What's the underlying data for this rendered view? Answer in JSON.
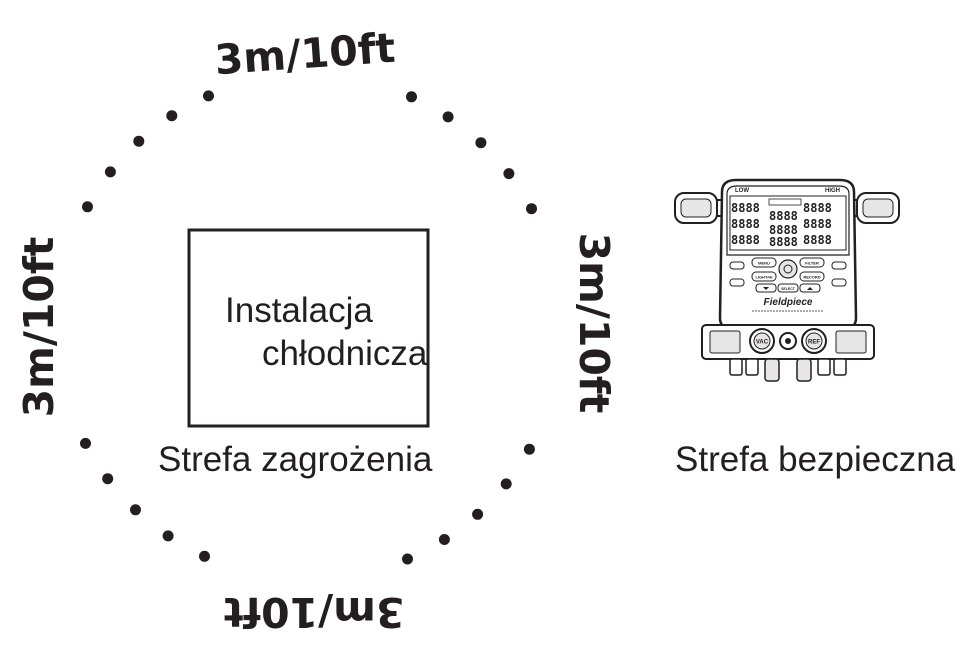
{
  "perimeter": {
    "distance_top": "3m/10ft",
    "distance_right": "3m/10ft",
    "distance_bottom": "3m/10ft",
    "distance_left": "3m/10ft"
  },
  "danger_zone": {
    "box_line1": "Instalacja",
    "box_line2": "chłodnicza",
    "label": "Strefa zagrożenia"
  },
  "safe_zone": {
    "label": "Strefa bezpieczna",
    "device": {
      "brand": "Fieldpiece",
      "low_label": "LOW",
      "high_label": "HIGH",
      "digits": "8888",
      "button_vac": "VAC",
      "button_ref": "REF",
      "button_menu": "MENU",
      "button_filter": "FILTER",
      "button_light": "LIGHT/Hi",
      "button_record": "RECORD",
      "button_select": "SELECT"
    }
  },
  "colors": {
    "ink": "#231f20",
    "background": "#ffffff",
    "device_gray": "#e6e6e6"
  }
}
